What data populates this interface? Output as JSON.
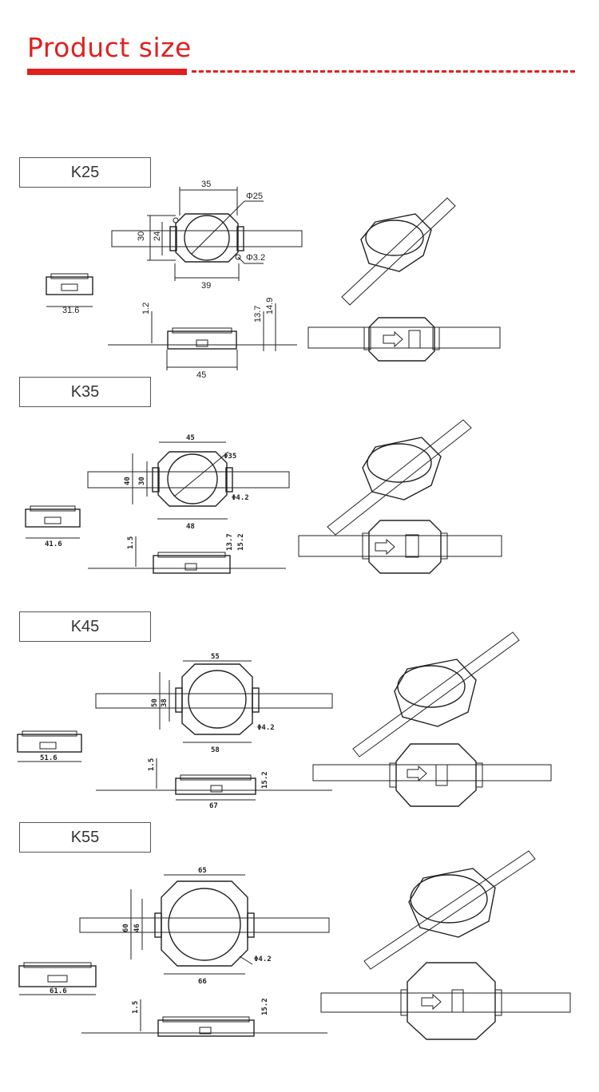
{
  "header": {
    "title": "Product size"
  },
  "models": [
    {
      "name": "K25",
      "dims": {
        "width_top": "35",
        "lens": "Φ25",
        "height_outer": "30",
        "height_inner": "24",
        "width_bottom": "39",
        "hole": "Φ3.2",
        "side_width": "31.6",
        "strip_thickness": "1.2",
        "body_height": "13.7",
        "total_height": "14.9",
        "side_length": "45"
      }
    },
    {
      "name": "K35",
      "dims": {
        "width_top": "45",
        "lens": "Φ35",
        "height_outer": "40",
        "height_inner": "30",
        "width_bottom": "48",
        "hole": "Φ4.2",
        "side_width": "41.6",
        "strip_thickness": "1.5",
        "body_height": "13.7",
        "total_height": "15.2",
        "side_length": ""
      }
    },
    {
      "name": "K45",
      "dims": {
        "width_top": "55",
        "lens": "",
        "height_outer": "50",
        "height_inner": "38",
        "width_bottom": "58",
        "hole": "Φ4.2",
        "side_width": "51.6",
        "strip_thickness": "1.5",
        "body_height": "",
        "total_height": "15.2",
        "side_length": "67"
      }
    },
    {
      "name": "K55",
      "dims": {
        "width_top": "65",
        "lens": "",
        "height_outer": "60",
        "height_inner": "46",
        "width_bottom": "66",
        "hole": "Φ4.2",
        "side_width": "61.6",
        "strip_thickness": "1.5",
        "body_height": "",
        "total_height": "15.2",
        "side_length": ""
      }
    }
  ]
}
